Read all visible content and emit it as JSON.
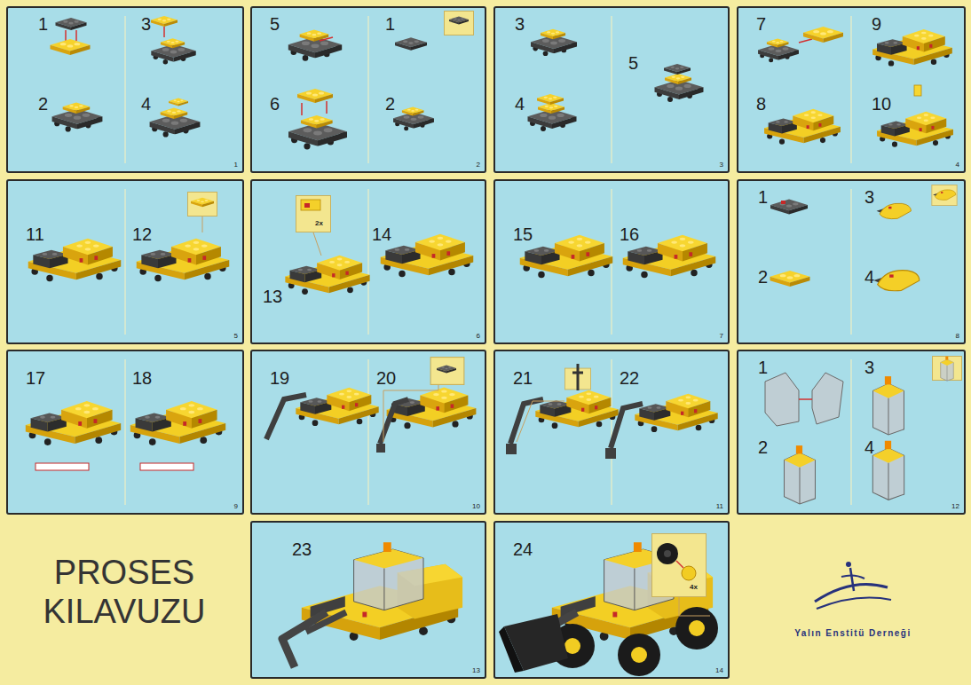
{
  "diagram": {
    "title": "PROSES KILAVUZU",
    "nodes": [
      {
        "text": [
          "1",
          "3",
          "2",
          "4",
          "1"
        ]
      },
      {
        "text": [
          "5",
          "1",
          "6",
          "2",
          "2"
        ]
      },
      {
        "text": [
          "3",
          "5",
          "4",
          "3"
        ]
      },
      {
        "text": [
          "7",
          "9",
          "8",
          "10",
          "4"
        ]
      },
      {
        "text": [
          "11",
          "12",
          "5"
        ]
      },
      {
        "text": [
          "13",
          "14",
          "6"
        ]
      },
      {
        "text": [
          "2x"
        ],
        "in": 5
      },
      {
        "text": [
          "15",
          "16",
          "7"
        ]
      },
      {
        "text": [
          "1",
          "3",
          "2",
          "4",
          "8"
        ]
      },
      {
        "text": [
          "17",
          "18",
          "9"
        ]
      },
      {
        "text": [
          "19",
          "20",
          "10"
        ]
      },
      {
        "text": [
          "21",
          "22",
          "11"
        ]
      },
      {
        "text": [
          "1",
          "3",
          "2",
          "4",
          "12"
        ]
      },
      {
        "text": [
          "23",
          "13"
        ]
      },
      {
        "text": [
          "24",
          "14"
        ]
      },
      {
        "text": [
          "4x"
        ],
        "in": 14
      }
    ],
    "labels": [
      "Yalın Enstitü Derneği"
    ]
  }
}
